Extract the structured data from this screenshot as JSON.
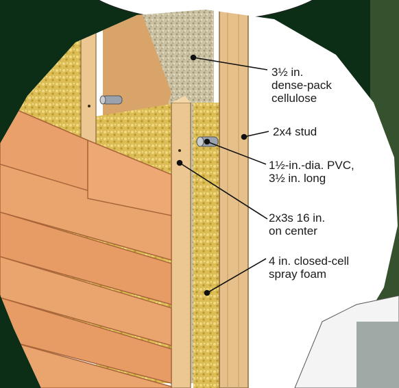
{
  "labels": {
    "cellulose": {
      "line1": "3½ in.",
      "line2": "dense-pack",
      "line3": "cellulose"
    },
    "stud": {
      "line1": "2x4 stud"
    },
    "pvc": {
      "line1": "1½-in.-dia. PVC,",
      "line2": "3½ in. long"
    },
    "furring": {
      "line1": "2x3s 16 in.",
      "line2": "on center"
    },
    "foam": {
      "line1": "4 in. closed-cell",
      "line2": "spray foam"
    }
  },
  "colors": {
    "background": "#0d2e16",
    "siding": "#e9a06a",
    "wood": "#e8c38d",
    "cellulose": "#cfc6a8",
    "fiberglass": "#e2c45e",
    "leader": "#111111"
  }
}
